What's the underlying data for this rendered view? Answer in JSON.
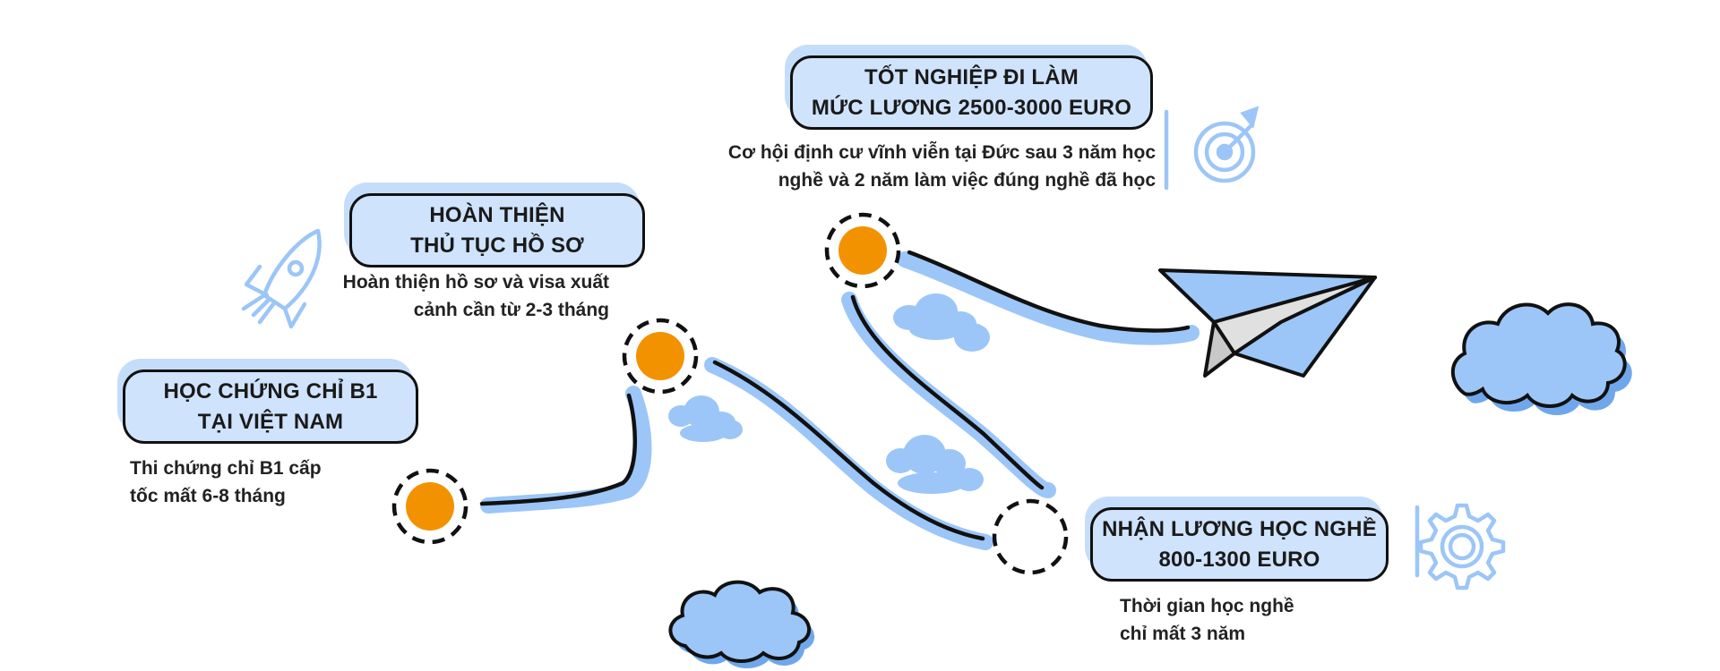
{
  "colors": {
    "accent_blue": "#9cc6f7",
    "light_blue": "#cfe3fc",
    "orange": "#f39200",
    "outline": "#111111"
  },
  "stages": [
    {
      "title": "HỌC CHỨNG CHỈ B1\nTẠI VIỆT NAM",
      "description": "Thi chứng chỉ B1 cấp\ntốc mất 6-8 tháng",
      "node_completed": true
    },
    {
      "title": "HOÀN THIỆN\nTHỦ TỤC HỒ SƠ",
      "description": "Hoàn thiện hồ sơ và visa xuất\ncảnh cần từ 2-3 tháng",
      "node_completed": true
    },
    {
      "title": "NHẬN LƯƠNG HỌC NGHỀ\n800-1300 EURO",
      "description": "Thời gian học nghề\nchỉ mất 3 năm",
      "node_completed": false
    },
    {
      "title": "TỐT NGHIỆP ĐI LÀM\nMỨC LƯƠNG 2500-3000 EURO",
      "description": "Cơ hội định cư vĩnh viễn tại Đức sau 3 năm học\nnghề và 2 năm làm việc đúng nghề đã học",
      "node_completed": true
    }
  ],
  "icons": [
    "rocket-icon",
    "target-icon",
    "gear-icon",
    "paper-plane-icon",
    "cloud-icon"
  ]
}
